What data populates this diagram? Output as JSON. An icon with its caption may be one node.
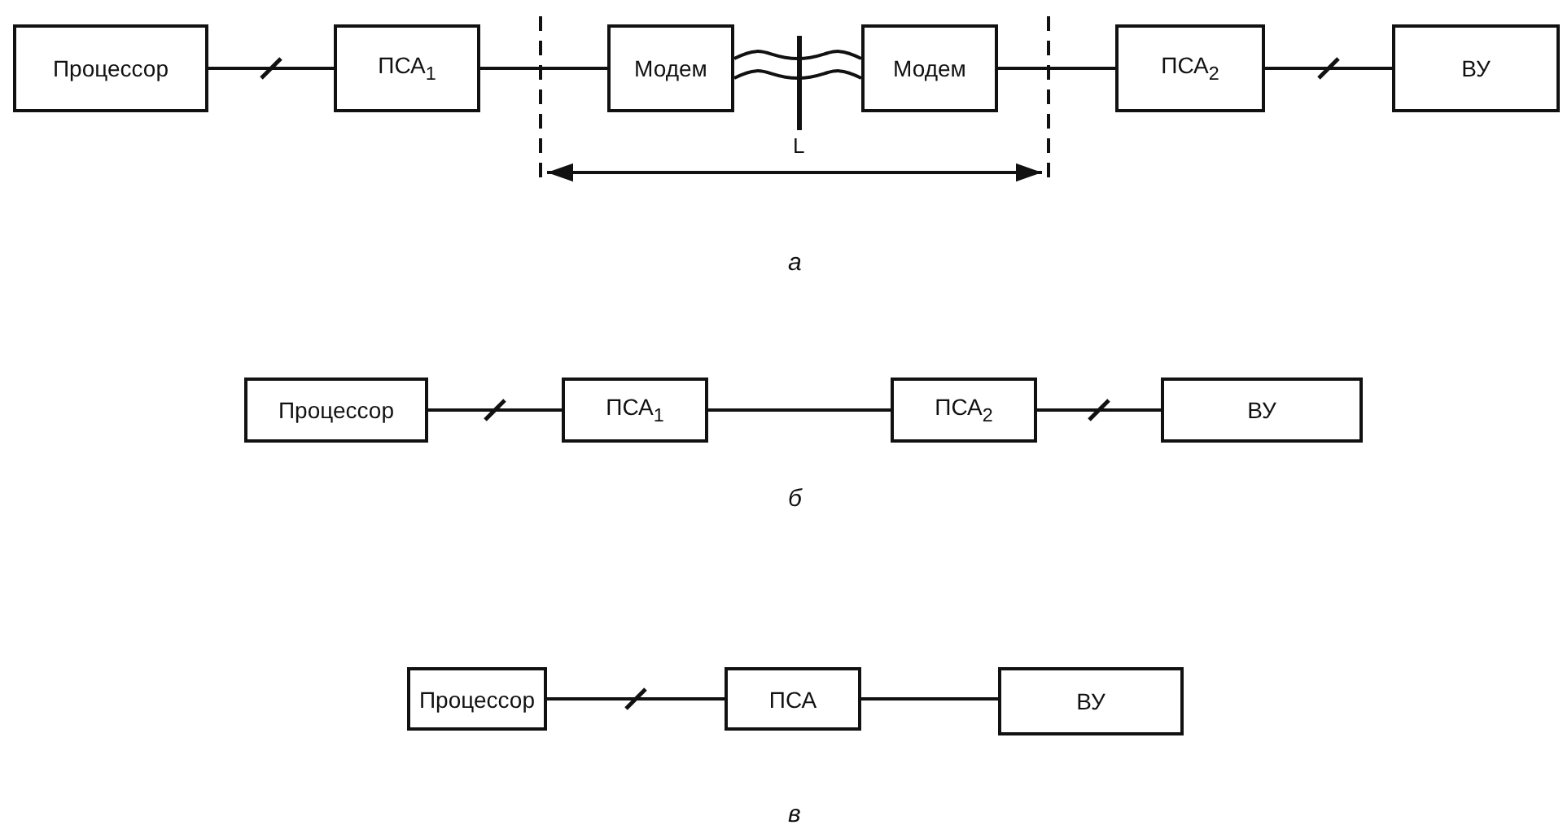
{
  "diagram": {
    "nodes": [
      {
        "text": [
          "Процессор"
        ]
      },
      {
        "text": [
          "ПСА$_{1}$"
        ]
      },
      {
        "text": [
          "Модем"
        ]
      },
      {
        "text": [
          "Модем"
        ]
      },
      {
        "text": [
          "ПСА$_{2}$"
        ]
      },
      {
        "text": [
          "ВУ"
        ]
      },
      {
        "text": [
          "Процессор"
        ]
      },
      {
        "text": [
          "ПСА$_{1}$"
        ]
      },
      {
        "text": [
          "ПСА$_{2}$"
        ]
      },
      {
        "text": [
          "ВУ"
        ]
      },
      {
        "text": [
          "Процессор"
        ]
      },
      {
        "text": [
          "ПСА"
        ]
      },
      {
        "text": [
          "ВУ"
        ]
      }
    ],
    "edges": [
      {
        "from": 0,
        "to": 1,
        "arrow": "none"
      },
      {
        "from": 1,
        "to": 2,
        "arrow": "none"
      },
      {
        "from": 2,
        "to": 3,
        "arrow": "none"
      },
      {
        "from": 3,
        "to": 4,
        "arrow": "none"
      },
      {
        "from": 4,
        "to": 5,
        "arrow": "none"
      },
      {
        "from": 6,
        "to": 7,
        "arrow": "none"
      },
      {
        "from": 7,
        "to": 8,
        "arrow": "none"
      },
      {
        "from": 8,
        "to": 9,
        "arrow": "none"
      },
      {
        "from": 10,
        "to": 11,
        "arrow": "none"
      },
      {
        "from": 11,
        "to": 12,
        "arrow": "none"
      }
    ],
    "labels": [
      "L",
      "а",
      "б",
      "в"
    ]
  }
}
